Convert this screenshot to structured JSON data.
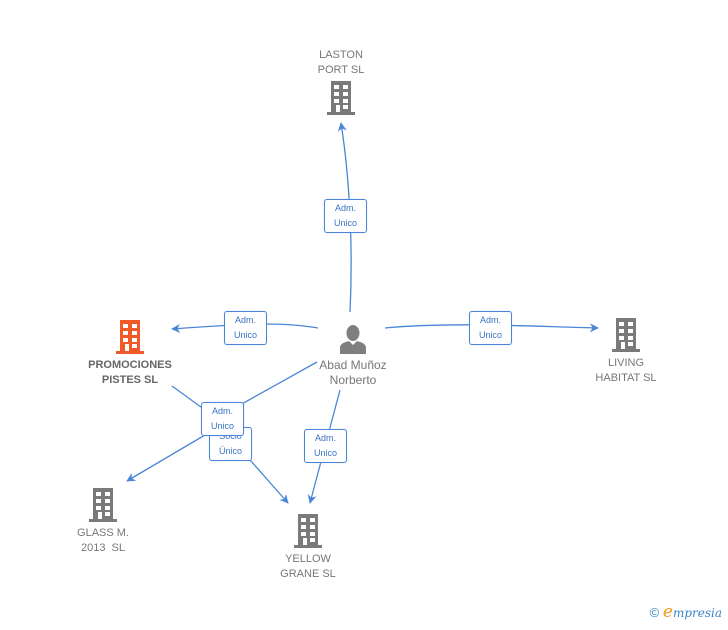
{
  "colors": {
    "edge": "#4a86d8",
    "company_icon": "#7a7a7a",
    "main_company_icon": "#f05a28",
    "person_icon": "#7f7f7f"
  },
  "nodes": {
    "laston": {
      "line1": "LASTON",
      "line2": "PORT SL",
      "type": "company"
    },
    "promociones": {
      "line1": "PROMOCIONES",
      "line2": "PISTES SL",
      "type": "company-main"
    },
    "abad": {
      "line1": "Abad Muñoz",
      "line2": "Norberto",
      "type": "person"
    },
    "living": {
      "line1": "LIVING",
      "line2": "HABITAT SL",
      "type": "company"
    },
    "glass": {
      "line1": "GLASS M.",
      "line2": "2013  SL",
      "type": "company"
    },
    "yellow": {
      "line1": "YELLOW",
      "line2": "GRANE SL",
      "type": "company"
    }
  },
  "edges": [
    {
      "from": "abad",
      "to": "laston",
      "line1": "Adm.",
      "line2": "Unico"
    },
    {
      "from": "abad",
      "to": "promociones",
      "line1": "Adm.",
      "line2": "Unico"
    },
    {
      "from": "abad",
      "to": "living",
      "line1": "Adm.",
      "line2": "Unico"
    },
    {
      "from": "abad",
      "to": "glass",
      "line1": "Adm.",
      "line2": "Unico"
    },
    {
      "from": "promociones",
      "to": "yellow",
      "line1": "Socio",
      "line2": "Único"
    },
    {
      "from": "abad",
      "to": "yellow",
      "line1": "Adm.",
      "line2": "Unico"
    }
  ],
  "footer": {
    "copyright": "©",
    "brand_initial": "e",
    "brand_rest": "mpresia"
  }
}
